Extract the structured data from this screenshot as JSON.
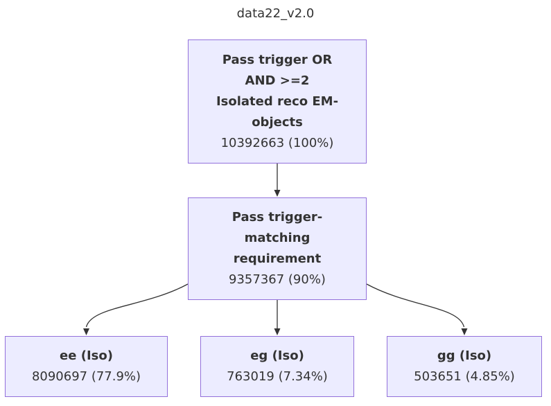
{
  "title": "data22_v2.0",
  "colors": {
    "background": "#ffffff",
    "node_fill": "#ECECFF",
    "node_border": "#9370DB",
    "text": "#333333",
    "edge": "#333333"
  },
  "nodes": {
    "root": {
      "label": "Pass trigger OR\nAND >=2\nIsolated reco EM-\nobjects",
      "count": "10392663 (100%)"
    },
    "trigger_match": {
      "label": "Pass trigger-\nmatching\nrequirement",
      "count": "9357367 (90%)"
    },
    "ee": {
      "label": "ee (Iso)",
      "count": "8090697 (77.9%)"
    },
    "eg": {
      "label": "eg (Iso)",
      "count": "763019 (7.34%)"
    },
    "gg": {
      "label": "gg (Iso)",
      "count": "503651 (4.85%)"
    }
  }
}
